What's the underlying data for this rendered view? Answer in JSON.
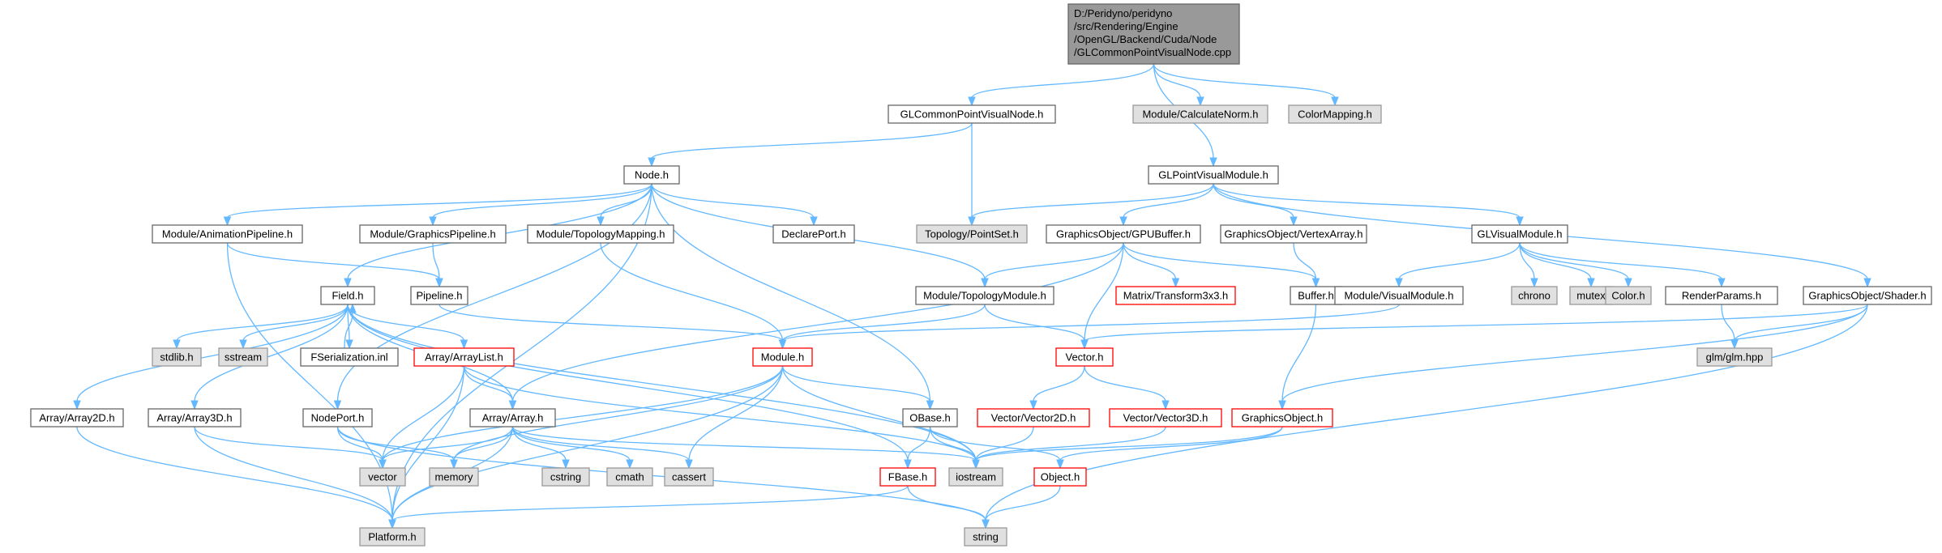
{
  "root_label": [
    "D:/Peridyno/peridyno",
    "/src/Rendering/Engine",
    "/OpenGL/Backend/Cuda/Node",
    "/GLCommonPointVisualNode.cpp"
  ],
  "colors": {
    "edge": "#63b8ff",
    "root_fill": "#999999",
    "header_fill": "#ffffff",
    "header_border": "#666666",
    "system_fill": "#e0e0e0",
    "system_border": "#999999",
    "unexpanded_border": "#ff0000"
  },
  "nodes": [
    {
      "id": "glcpvn",
      "label": "GLCommonPointVisualNode.h"
    },
    {
      "id": "calcnorm",
      "label": "Module/CalculateNorm.h"
    },
    {
      "id": "colormap",
      "label": "ColorMapping.h"
    },
    {
      "id": "node",
      "label": "Node.h"
    },
    {
      "id": "glpvm",
      "label": "GLPointVisualModule.h"
    },
    {
      "id": "animpipe",
      "label": "Module/AnimationPipeline.h"
    },
    {
      "id": "gfxpipe",
      "label": "Module/GraphicsPipeline.h"
    },
    {
      "id": "topomap",
      "label": "Module/TopologyMapping.h"
    },
    {
      "id": "declport",
      "label": "DeclarePort.h"
    },
    {
      "id": "pointset",
      "label": "Topology/PointSet.h"
    },
    {
      "id": "gpubuf",
      "label": "GraphicsObject/GPUBuffer.h"
    },
    {
      "id": "vao",
      "label": "GraphicsObject/VertexArray.h"
    },
    {
      "id": "glvm",
      "label": "GLVisualModule.h"
    },
    {
      "id": "field",
      "label": "Field.h"
    },
    {
      "id": "pipeline",
      "label": "Pipeline.h"
    },
    {
      "id": "topomod",
      "label": "Module/TopologyModule.h"
    },
    {
      "id": "mat3",
      "label": "Matrix/Transform3x3.h"
    },
    {
      "id": "buffer",
      "label": "Buffer.h"
    },
    {
      "id": "vismod",
      "label": "Module/VisualModule.h"
    },
    {
      "id": "chrono",
      "label": "chrono"
    },
    {
      "id": "mutex",
      "label": "mutex"
    },
    {
      "id": "color",
      "label": "Color.h"
    },
    {
      "id": "renderparams",
      "label": "RenderParams.h"
    },
    {
      "id": "shader",
      "label": "GraphicsObject/Shader.h"
    },
    {
      "id": "stdlib",
      "label": "stdlib.h"
    },
    {
      "id": "sstream",
      "label": "sstream"
    },
    {
      "id": "fser",
      "label": "FSerialization.inl"
    },
    {
      "id": "arraylist",
      "label": "Array/ArrayList.h"
    },
    {
      "id": "module",
      "label": "Module.h"
    },
    {
      "id": "vector",
      "label": "Vector.h"
    },
    {
      "id": "glmhpp",
      "label": "glm/glm.hpp"
    },
    {
      "id": "array2d",
      "label": "Array/Array2D.h"
    },
    {
      "id": "array3d",
      "label": "Array/Array3D.h"
    },
    {
      "id": "nodeport",
      "label": "NodePort.h"
    },
    {
      "id": "array",
      "label": "Array/Array.h"
    },
    {
      "id": "obase",
      "label": "OBase.h"
    },
    {
      "id": "vec2d",
      "label": "Vector/Vector2D.h"
    },
    {
      "id": "vec3d",
      "label": "Vector/Vector3D.h"
    },
    {
      "id": "gfxobj",
      "label": "GraphicsObject.h"
    },
    {
      "id": "stdvector",
      "label": "vector"
    },
    {
      "id": "memory",
      "label": "memory"
    },
    {
      "id": "cstring",
      "label": "cstring"
    },
    {
      "id": "cmath",
      "label": "cmath"
    },
    {
      "id": "cassert",
      "label": "cassert"
    },
    {
      "id": "iostream",
      "label": "iostream"
    },
    {
      "id": "fbase",
      "label": "FBase.h"
    },
    {
      "id": "object",
      "label": "Object.h"
    },
    {
      "id": "platform",
      "label": "Platform.h"
    },
    {
      "id": "string",
      "label": "string"
    }
  ],
  "edges": [
    [
      "root",
      "glcpvn"
    ],
    [
      "root",
      "calcnorm"
    ],
    [
      "root",
      "colormap"
    ],
    [
      "root",
      "glpvm"
    ],
    [
      "glcpvn",
      "node"
    ],
    [
      "glcpvn",
      "pointset"
    ],
    [
      "node",
      "animpipe"
    ],
    [
      "node",
      "gfxpipe"
    ],
    [
      "node",
      "topomap"
    ],
    [
      "node",
      "declport"
    ],
    [
      "node",
      "field"
    ],
    [
      "node",
      "nodeport"
    ],
    [
      "node",
      "topomod"
    ],
    [
      "node",
      "obase"
    ],
    [
      "node",
      "platform"
    ],
    [
      "glpvm",
      "pointset"
    ],
    [
      "glpvm",
      "gpubuf"
    ],
    [
      "glpvm",
      "vao"
    ],
    [
      "glpvm",
      "glvm"
    ],
    [
      "glpvm",
      "shader"
    ],
    [
      "animpipe",
      "pipeline"
    ],
    [
      "animpipe",
      "platform"
    ],
    [
      "gfxpipe",
      "pipeline"
    ],
    [
      "topomap",
      "module"
    ],
    [
      "gpubuf",
      "topomod"
    ],
    [
      "gpubuf",
      "mat3"
    ],
    [
      "gpubuf",
      "buffer"
    ],
    [
      "gpubuf",
      "vector"
    ],
    [
      "gpubuf",
      "array"
    ],
    [
      "vao",
      "buffer"
    ],
    [
      "glvm",
      "vismod"
    ],
    [
      "glvm",
      "chrono"
    ],
    [
      "glvm",
      "mutex"
    ],
    [
      "glvm",
      "color"
    ],
    [
      "glvm",
      "renderparams"
    ],
    [
      "field",
      "stdlib"
    ],
    [
      "field",
      "sstream"
    ],
    [
      "field",
      "fser"
    ],
    [
      "field",
      "arraylist"
    ],
    [
      "field",
      "array"
    ],
    [
      "field",
      "array2d"
    ],
    [
      "field",
      "array3d"
    ],
    [
      "field",
      "fbase"
    ],
    [
      "field",
      "iostream"
    ],
    [
      "fser",
      "field"
    ],
    [
      "pipeline",
      "module"
    ],
    [
      "topomod",
      "module"
    ],
    [
      "topomod",
      "vector"
    ],
    [
      "buffer",
      "gfxobj"
    ],
    [
      "vismod",
      "module"
    ],
    [
      "renderparams",
      "glmhpp"
    ],
    [
      "shader",
      "vector"
    ],
    [
      "shader",
      "glmhpp"
    ],
    [
      "shader",
      "gfxobj"
    ],
    [
      "shader",
      "string"
    ],
    [
      "arraylist",
      "array"
    ],
    [
      "arraylist",
      "stdvector"
    ],
    [
      "arraylist",
      "iostream"
    ],
    [
      "arraylist",
      "platform"
    ],
    [
      "module",
      "obase"
    ],
    [
      "module",
      "stdvector"
    ],
    [
      "module",
      "memory"
    ],
    [
      "module",
      "cassert"
    ],
    [
      "module",
      "iostream"
    ],
    [
      "module",
      "platform"
    ],
    [
      "vector",
      "vec2d"
    ],
    [
      "vector",
      "vec3d"
    ],
    [
      "array2d",
      "platform"
    ],
    [
      "array3d",
      "platform"
    ],
    [
      "array3d",
      "stdvector"
    ],
    [
      "nodeport",
      "stdvector"
    ],
    [
      "nodeport",
      "memory"
    ],
    [
      "nodeport",
      "string"
    ],
    [
      "array",
      "stdvector"
    ],
    [
      "array",
      "memory"
    ],
    [
      "array",
      "cstring"
    ],
    [
      "array",
      "cmath"
    ],
    [
      "array",
      "cassert"
    ],
    [
      "array",
      "iostream"
    ],
    [
      "array",
      "platform"
    ],
    [
      "obase",
      "fbase"
    ],
    [
      "obase",
      "object"
    ],
    [
      "obase",
      "iostream"
    ],
    [
      "vec2d",
      "iostream"
    ],
    [
      "vec3d",
      "iostream"
    ],
    [
      "gfxobj",
      "object"
    ],
    [
      "gfxobj",
      "iostream"
    ],
    [
      "fbase",
      "string"
    ],
    [
      "fbase",
      "platform"
    ],
    [
      "object",
      "string"
    ]
  ]
}
